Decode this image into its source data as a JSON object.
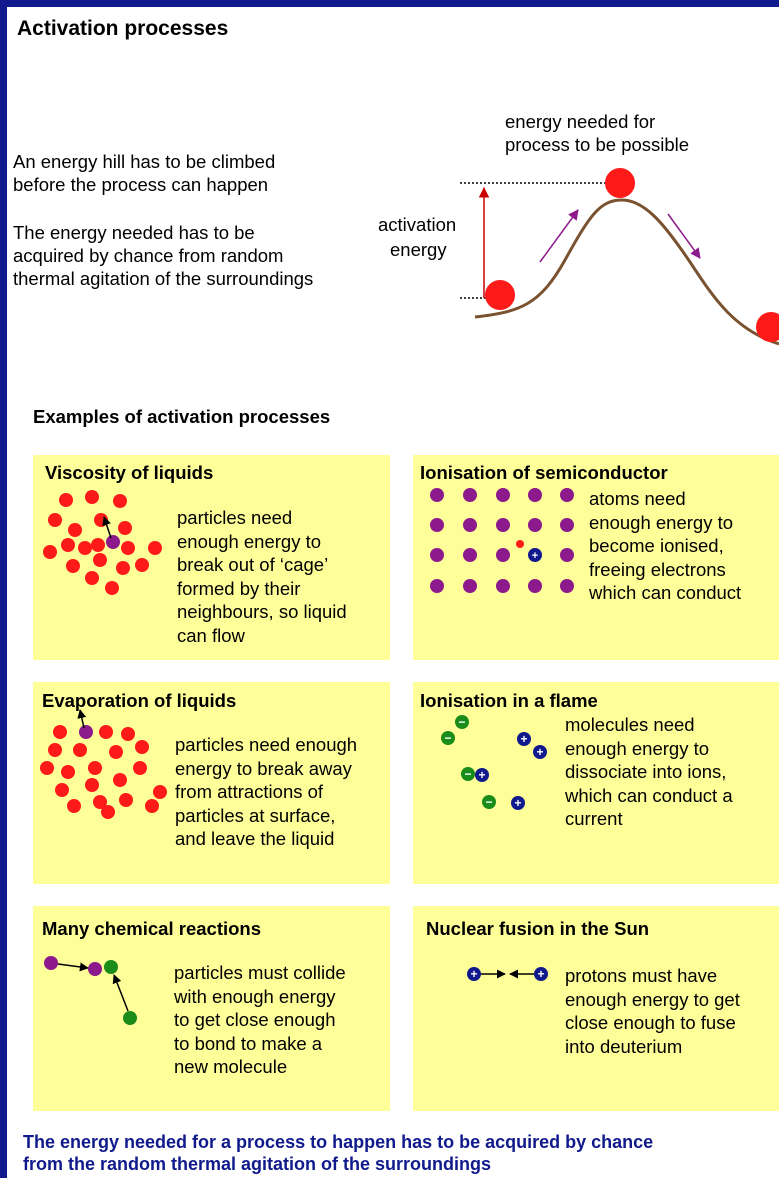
{
  "title": "Activation processes",
  "intro": {
    "line1a": "An energy hill has to be climbed",
    "line1b": "before the process can happen",
    "line2a": "The energy needed has to be",
    "line2b": "acquired by chance from random",
    "line2c": "thermal agitation of the surroundings"
  },
  "hill": {
    "peak_label_a": "energy needed for",
    "peak_label_b": "process to be possible",
    "activation_a": "activation",
    "activation_b": "energy"
  },
  "examples_title": "Examples of activation processes",
  "panels": {
    "viscosity": {
      "title": "Viscosity of liquids",
      "lines": [
        "particles need",
        "enough energy to",
        "break out of ‘cage’",
        "formed by their",
        "neighbours, so liquid",
        "can flow"
      ]
    },
    "semiconductor": {
      "title": "Ionisation of semiconductor",
      "lines": [
        "atoms need",
        "enough energy to",
        "become ionised,",
        "freeing electrons",
        "which can conduct"
      ]
    },
    "evaporation": {
      "title": "Evaporation of liquids",
      "lines": [
        "particles need enough",
        "energy to break away",
        "from attractions of",
        "particles at surface,",
        "and leave the liquid"
      ]
    },
    "flame": {
      "title": "Ionisation in a flame",
      "lines": [
        "molecules need",
        "enough energy to",
        "dissociate into ions,",
        "which can conduct a",
        "current"
      ]
    },
    "chemical": {
      "title": "Many chemical reactions",
      "lines": [
        "particles must collide",
        "with enough energy",
        "to get close enough",
        "to bond to make a",
        "new molecule"
      ]
    },
    "fusion": {
      "title": "Nuclear fusion in the Sun",
      "lines": [
        "protons must have",
        "enough energy to get",
        "close enough to fuse",
        "into deuterium"
      ]
    }
  },
  "footer": {
    "line1": "The energy needed for a process to happen has to be acquired by chance",
    "line2": "from the random thermal agitation of the surroundings"
  },
  "colors": {
    "frame": "#101a8c",
    "panel": "#ffff99",
    "particle_red": "#ff1a1a",
    "particle_purple": "#8c1a8c",
    "particle_green": "#1a8c1a",
    "proton_blue": "#101a8c",
    "hill_curve": "#7a5230"
  }
}
